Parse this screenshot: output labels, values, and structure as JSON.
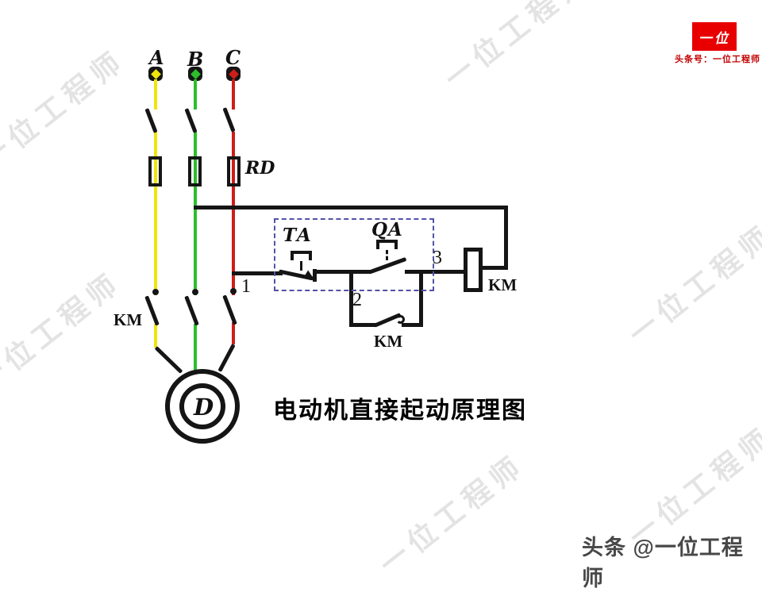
{
  "slide": {
    "caption": "电动机直接起动原理图",
    "credit": "头条 @一位工程师"
  },
  "branding": {
    "logo_text": "一位",
    "logo_subtitle": "头条号：一位工程师"
  },
  "watermark": {
    "text": "一位工程师"
  },
  "circuit": {
    "phase_labels": {
      "a": "A",
      "b": "B",
      "c": "C"
    },
    "fuse_label": "RD",
    "main_contact_label": "KM",
    "stop_button_label": "TA",
    "start_button_label": "QA",
    "node_labels": {
      "n1": "1",
      "n2": "2",
      "n3": "3"
    },
    "coil_label": "KM",
    "aux_contact_label": "KM",
    "motor_label": "D",
    "colors": {
      "phase_a": "#f0e40c",
      "phase_b": "#2cbe2c",
      "phase_c": "#cf1d18",
      "wire": "#151515",
      "enclosure_dash": "#5252a8",
      "logo_red": "#e80000"
    }
  }
}
